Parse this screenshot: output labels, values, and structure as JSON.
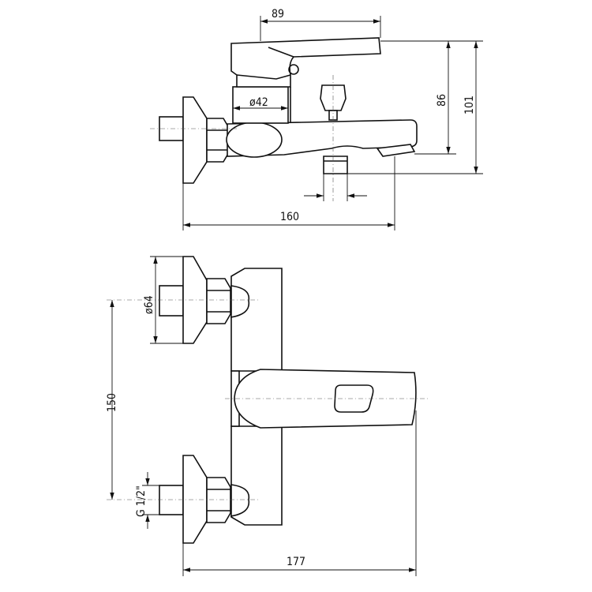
{
  "drawing": {
    "top_view": {
      "dim_handle_length": "89",
      "dim_body_diameter": "ø42",
      "dim_outlet_height": "86",
      "dim_total_height": "101",
      "dim_total_length": "160"
    },
    "front_view": {
      "dim_flange_diameter": "ø64",
      "dim_center_distance": "150",
      "dim_thread": "G 1/2\"",
      "dim_total_depth": "177"
    }
  }
}
